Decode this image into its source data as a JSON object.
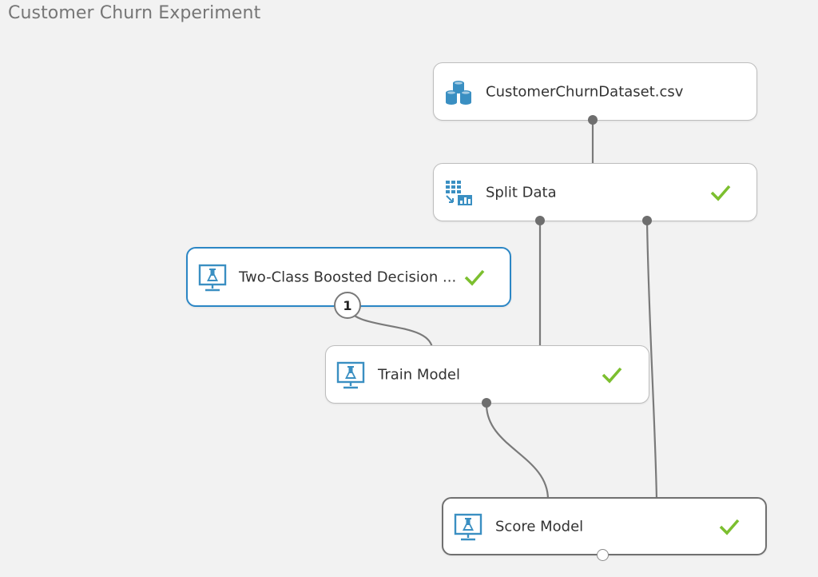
{
  "experiment": {
    "title": "Customer Churn Experiment"
  },
  "modules": {
    "dataset": {
      "label": "CustomerChurnDataset.csv",
      "icon": "dataset-icon",
      "status": ""
    },
    "split": {
      "label": "Split Data",
      "icon": "split-data-icon",
      "status": "completed"
    },
    "boosted": {
      "label": "Two-Class Boosted Decision ...",
      "icon": "model-icon",
      "status": "completed",
      "selected": true
    },
    "train": {
      "label": "Train Model",
      "icon": "model-icon",
      "status": "completed"
    },
    "score": {
      "label": "Score Model",
      "icon": "model-icon",
      "status": "completed"
    }
  },
  "boosted_port_badge": "1",
  "colors": {
    "canvas_bg": "#f2f2f2",
    "selected_border": "#2b86c5",
    "check": "#7cbf2f",
    "icon": "#3a8fc2",
    "connector": "#7a7a7a"
  }
}
